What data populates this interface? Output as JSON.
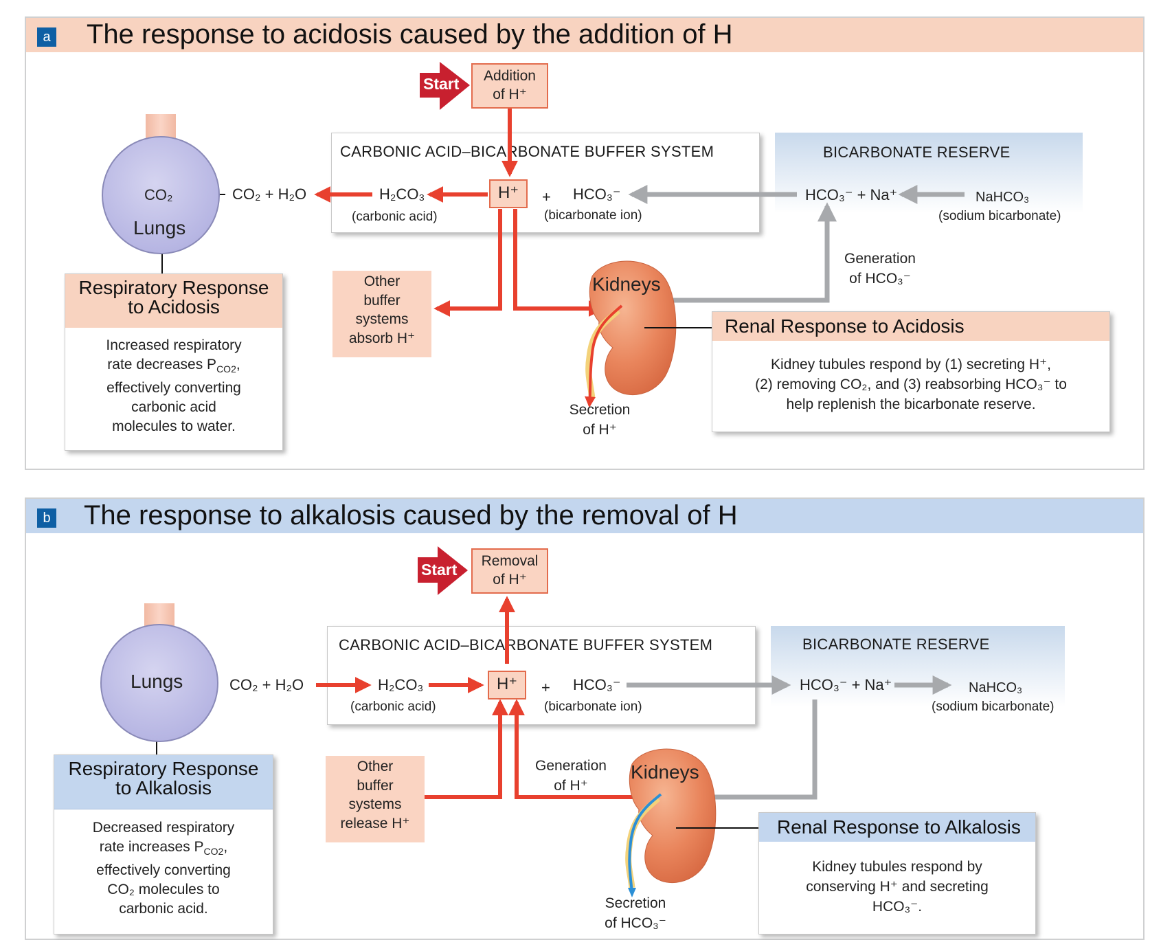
{
  "panel_a": {
    "badge": "a",
    "title": "The response to acidosis caused by the addition of H",
    "start_label": "Start",
    "trigger_line1": "Addition",
    "trigger_line2": "of H⁺",
    "buffer_heading": "CARBONIC ACID–BICARBONATE BUFFER SYSTEM",
    "reserve_heading": "BICARBONATE RESERVE",
    "h2co3": "H₂CO₃",
    "h2co3_sub": "(carbonic acid)",
    "h_ion": "H⁺",
    "plus": "+",
    "hco3": "HCO₃⁻",
    "hco3_sub": "(bicarbonate ion)",
    "hco3_na": "HCO₃⁻ + Na⁺",
    "nahco3": "NaHCO₃",
    "nahco3_sub": "(sodium bicarbonate)",
    "co2": "CO₂",
    "co2_h2o": "CO₂ + H₂O",
    "lungs": "Lungs",
    "other_buffers": [
      "Other",
      "buffer",
      "systems",
      "absorb H⁺"
    ],
    "kidneys": "Kidneys",
    "generation": [
      "Generation",
      "of HCO₃⁻"
    ],
    "secretion": [
      "Secretion",
      "of H⁺"
    ],
    "resp_title": [
      "Respiratory Response",
      "to Acidosis"
    ],
    "resp_body": [
      "Increased respiratory",
      "rate decreases P",
      "CO2",
      ",",
      "effectively converting",
      "carbonic acid",
      "molecules to water."
    ],
    "renal_title": "Renal Response to Acidosis",
    "renal_body": [
      "Kidney tubules respond by (1) secreting H⁺,",
      "(2) removing CO₂, and (3) reabsorbing HCO₃⁻ to",
      "help replenish the bicarbonate reserve."
    ]
  },
  "panel_b": {
    "badge": "b",
    "title": "The response to alkalosis caused by the removal of H",
    "start_label": "Start",
    "trigger_line1": "Removal",
    "trigger_line2": "of H⁺",
    "buffer_heading": "CARBONIC ACID–BICARBONATE BUFFER SYSTEM",
    "reserve_heading": "BICARBONATE RESERVE",
    "h2co3": "H₂CO₃",
    "h2co3_sub": "(carbonic acid)",
    "h_ion": "H⁺",
    "plus": "+",
    "hco3": "HCO₃⁻",
    "hco3_sub": "(bicarbonate ion)",
    "hco3_na": "HCO₃⁻ + Na⁺",
    "nahco3": "NaHCO₃",
    "nahco3_sub": "(sodium bicarbonate)",
    "co2_h2o": "CO₂ + H₂O",
    "lungs": "Lungs",
    "other_buffers": [
      "Other",
      "buffer",
      "systems",
      "release H⁺"
    ],
    "kidneys": "Kidneys",
    "generation": [
      "Generation",
      "of H⁺"
    ],
    "secretion": [
      "Secretion",
      "of HCO₃⁻"
    ],
    "resp_title": [
      "Respiratory Response",
      "to Alkalosis"
    ],
    "resp_body": [
      "Decreased respiratory",
      "rate increases P",
      "CO2",
      ",",
      "effectively converting",
      "CO₂ molecules to",
      "carbonic acid."
    ],
    "renal_title": "Renal Response to Alkalosis",
    "renal_body": [
      "Kidney tubules respond by",
      "conserving H⁺ and secreting",
      "HCO₃⁻."
    ]
  },
  "colors": {
    "red_arrow": "#e8402e",
    "gray_arrow": "#a7a9ac",
    "start_red": "#c8202f",
    "badge_blue": "#0e5fa4",
    "acidosis_peach": "#f8d3c0",
    "alkalosis_blue": "#c3d6ee",
    "lungs_purple": "#b7b6e3",
    "kidney_orange": "#e9855c"
  }
}
